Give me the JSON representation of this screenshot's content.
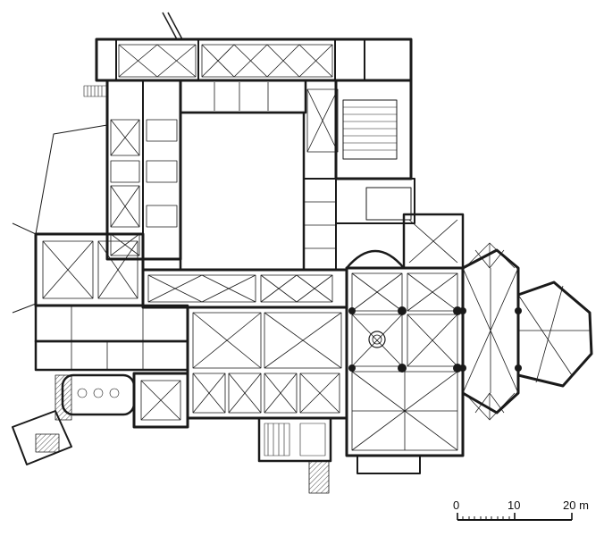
{
  "scale_bar": {
    "tick_0": "0",
    "tick_10": "10",
    "tick_20": "20 m"
  }
}
